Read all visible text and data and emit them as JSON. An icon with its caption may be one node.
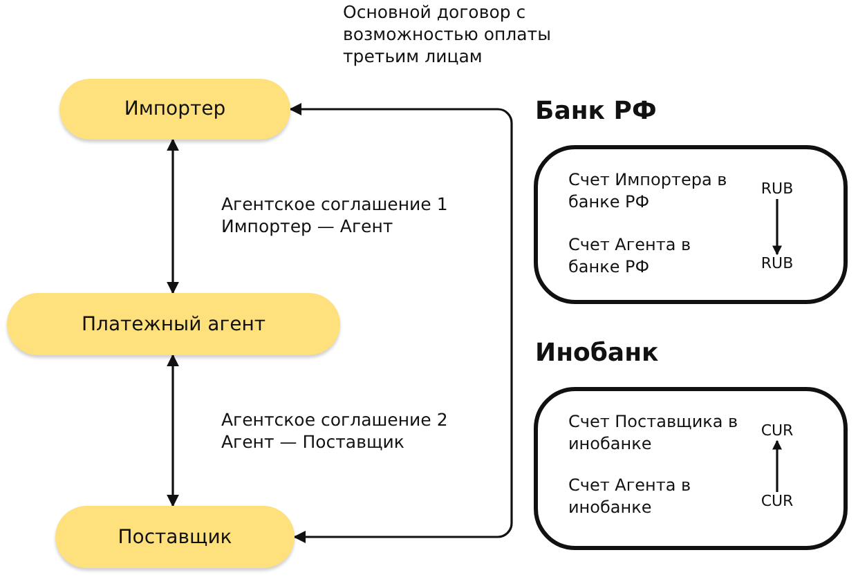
{
  "diagram": {
    "nodes": [
      {
        "text": [
          "Импортер"
        ]
      },
      {
        "text": [
          "Платежный агент"
        ]
      },
      {
        "text": [
          "Поставщик"
        ]
      },
      {
        "text": [
          "Банк РФ",
          "Счет Импортера в банке РФ",
          "Счет Агента в банке РФ"
        ]
      },
      {
        "text": [
          "RUB"
        ],
        "in": 3
      },
      {
        "text": [
          "RUB"
        ],
        "in": 3
      },
      {
        "text": [
          "Инобанк",
          "Счет Поставщика в инобанке",
          "Счет Агента в инобанке"
        ]
      },
      {
        "text": [
          "CUR"
        ],
        "in": 6
      },
      {
        "text": [
          "CUR"
        ],
        "in": 6
      }
    ],
    "edges": [
      {
        "from": 0,
        "to": 1,
        "arrow": "both",
        "label": "Агентское соглашение 1 Импортер — Агент"
      },
      {
        "from": 1,
        "to": 2,
        "arrow": "both",
        "label": "Агентское соглашение 2 Агент — Поставщик"
      },
      {
        "from": 0,
        "to": 2,
        "arrow": "both",
        "label": "Основной договор с возможностью оплаты третьим лицам"
      },
      {
        "from": 4,
        "to": 5,
        "arrow": "to"
      },
      {
        "from": 8,
        "to": 7,
        "arrow": "to"
      }
    ]
  }
}
